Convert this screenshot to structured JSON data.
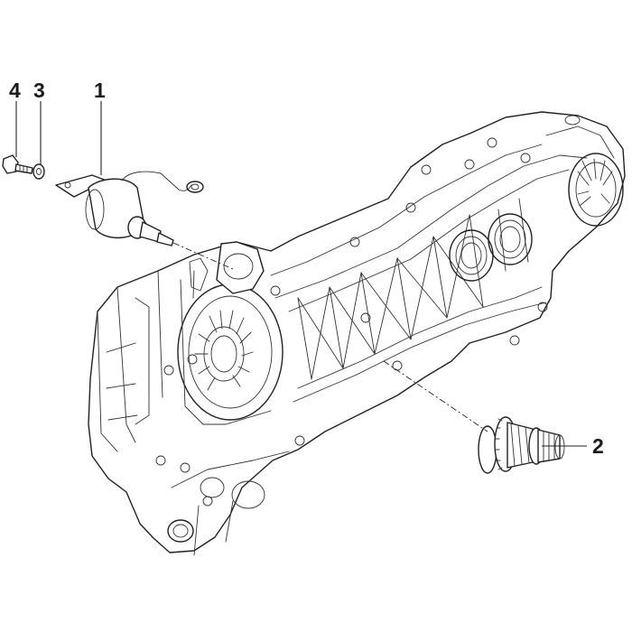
{
  "callouts": {
    "part_1": "1",
    "part_2": "2",
    "part_3": "3",
    "part_4": "4"
  },
  "colors": {
    "line": "#222222",
    "background": "#ffffff"
  }
}
